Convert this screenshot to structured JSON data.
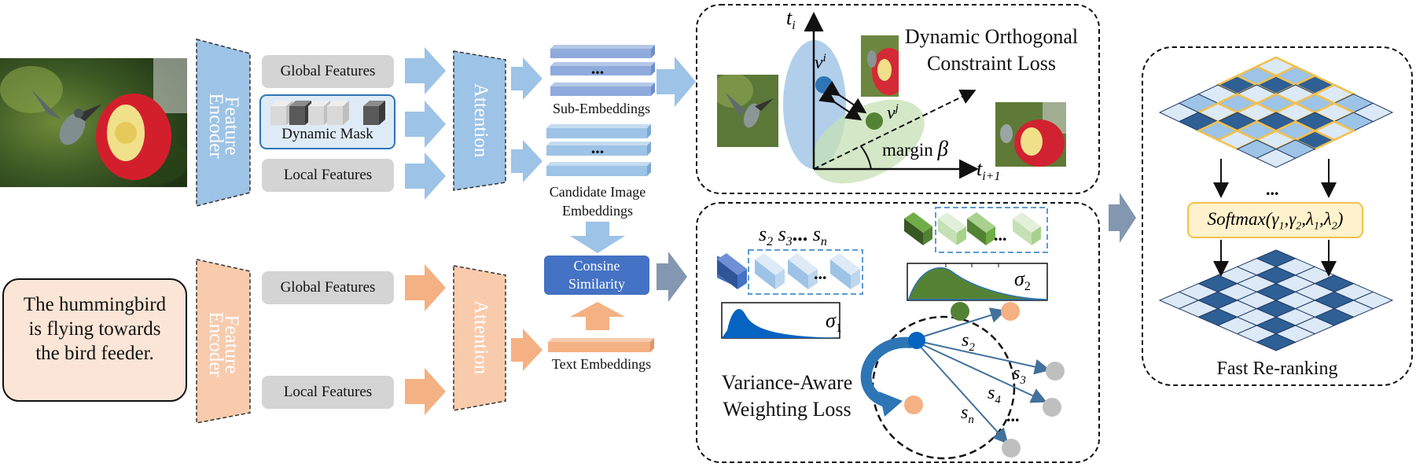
{
  "image_branch": {
    "encoder_label": "Feature Encoder",
    "global_features": "Global Features",
    "dynamic_mask": "Dynamic Mask",
    "local_features": "Local Features",
    "attention_label": "Attention",
    "sub_embeddings": "Sub-Embeddings",
    "candidate_embeddings": "Candidate Image Embeddings",
    "ellipsis": "..."
  },
  "text_branch": {
    "query_text": "The hummingbird is flying towards the bird feeder.",
    "encoder_label": "Feature Encoder",
    "global_features": "Global Features",
    "local_features": "Local Features",
    "attention_label": "Attention",
    "text_embeddings": "Text Embeddings"
  },
  "cosine_box": {
    "line1": "Consine",
    "line2": "Similarity"
  },
  "orthogonal_panel": {
    "title_line1": "Dynamic Orthogonal",
    "title_line2": "Constraint Loss",
    "axis_y": "t",
    "axis_y_sub": "i",
    "axis_x": "t",
    "axis_x_sub": "i+1",
    "vec_i": "v",
    "vec_i_sup": "i",
    "vec_j": "v",
    "vec_j_sup": "j",
    "margin_label": "margin",
    "margin_symbol": "β"
  },
  "variance_panel": {
    "title_line1": "Variance-Aware",
    "title_line2": "Weighting  Loss",
    "sigma1": "σ",
    "sigma1_sub": "1",
    "sigma2": "σ",
    "sigma2_sub": "2",
    "s_labels": [
      "s",
      "s",
      "s",
      "s"
    ],
    "s_subs": [
      "2",
      "3",
      "4",
      "n"
    ],
    "seq_s": [
      "s",
      "s",
      "s"
    ],
    "seq_subs": [
      "2",
      "3",
      "n"
    ],
    "dots": "..."
  },
  "rerank_panel": {
    "softmax": "Softmax(γ1, γ2, λ1, λ2)",
    "softmax_name": "Softmax",
    "label": "Fast Re-ranking",
    "dots": "..."
  },
  "colors": {
    "blue_arrow": "#9dc3e6",
    "orange_arrow": "#f4b183",
    "encoder_blue": "#9dc3e6",
    "encoder_orange": "#f8cbad",
    "cosine_blue": "#4472c4",
    "dark_blue_cell": "#2e5f95",
    "mid_blue_cell": "#9dc3e6",
    "light_blue_cell": "#dce9f7",
    "yellow_border": "#f3c04a",
    "green": "#548235",
    "gray_arrow": "#8497b0"
  }
}
